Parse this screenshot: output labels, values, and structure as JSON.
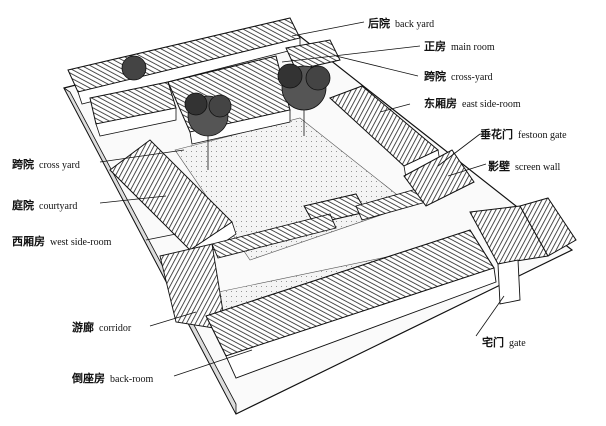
{
  "labels": {
    "back_yard": {
      "zh": "后院",
      "en": "back yard"
    },
    "main_room": {
      "zh": "正房",
      "en": "main room"
    },
    "cross_yard_right": {
      "zh": "跨院",
      "en": "cross-yard"
    },
    "east_side_room": {
      "zh": "东厢房",
      "en": "east side-room"
    },
    "festoon_gate": {
      "zh": "垂花门",
      "en": "festoon gate"
    },
    "screen_wall": {
      "zh": "影壁",
      "en": "screen wall"
    },
    "cross_yard_left": {
      "zh": "跨院",
      "en": "cross yard"
    },
    "courtyard": {
      "zh": "庭院",
      "en": "courtyard"
    },
    "west_side_room": {
      "zh": "西厢房",
      "en": "west side-room"
    },
    "corridor": {
      "zh": "游廊",
      "en": "corridor"
    },
    "back_room": {
      "zh": "倒座房",
      "en": "back-room"
    },
    "gate": {
      "zh": "宅门",
      "en": "gate"
    }
  },
  "colors": {
    "ink": "#111111",
    "paper": "#ffffff",
    "roof": "#2a2a2a",
    "ground": "#e9e9e9"
  }
}
